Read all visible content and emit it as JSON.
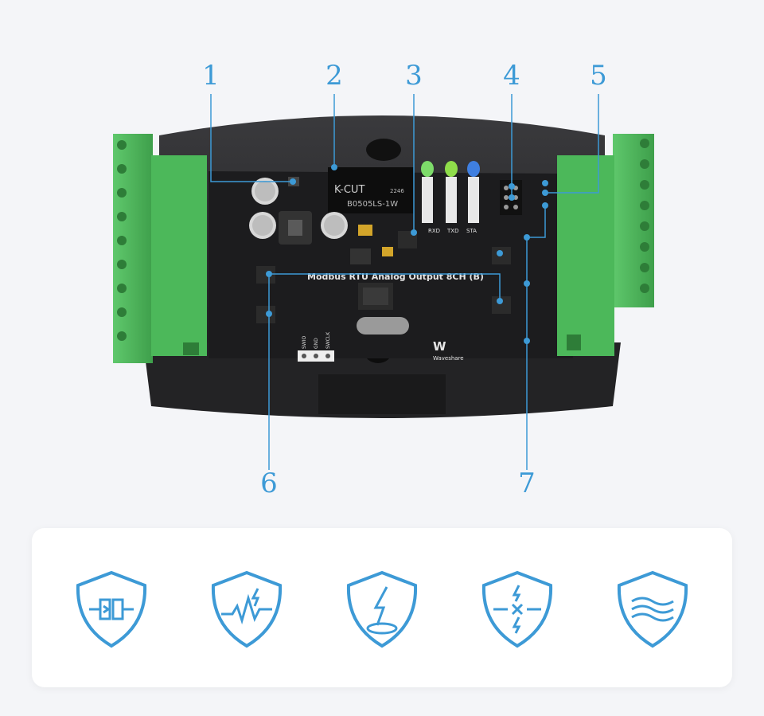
{
  "callouts": [
    "1",
    "2",
    "3",
    "4",
    "5",
    "6",
    "7"
  ],
  "board": {
    "module_line1": "K-CUT",
    "module_line2": "B0505LS-1W",
    "module_code": "2246",
    "led_rxd": "RXD",
    "led_txd": "TXD",
    "led_sta": "STA",
    "title": "Modbus RTU Analog Output 8CH (B)",
    "brand": "Waveshare",
    "pins": [
      "SWIO",
      "GND",
      "SWCLK"
    ]
  },
  "icons": [
    "isolation-shield-icon",
    "surge-protection-shield-icon",
    "lightning-protection-shield-icon",
    "esd-protection-shield-icon",
    "emi-filter-shield-icon"
  ],
  "colors": {
    "accent": "#3d9ad6",
    "terminal_green": "#4cb85a",
    "pcb": "#1c1c1e",
    "case": "#2a2a2c"
  }
}
